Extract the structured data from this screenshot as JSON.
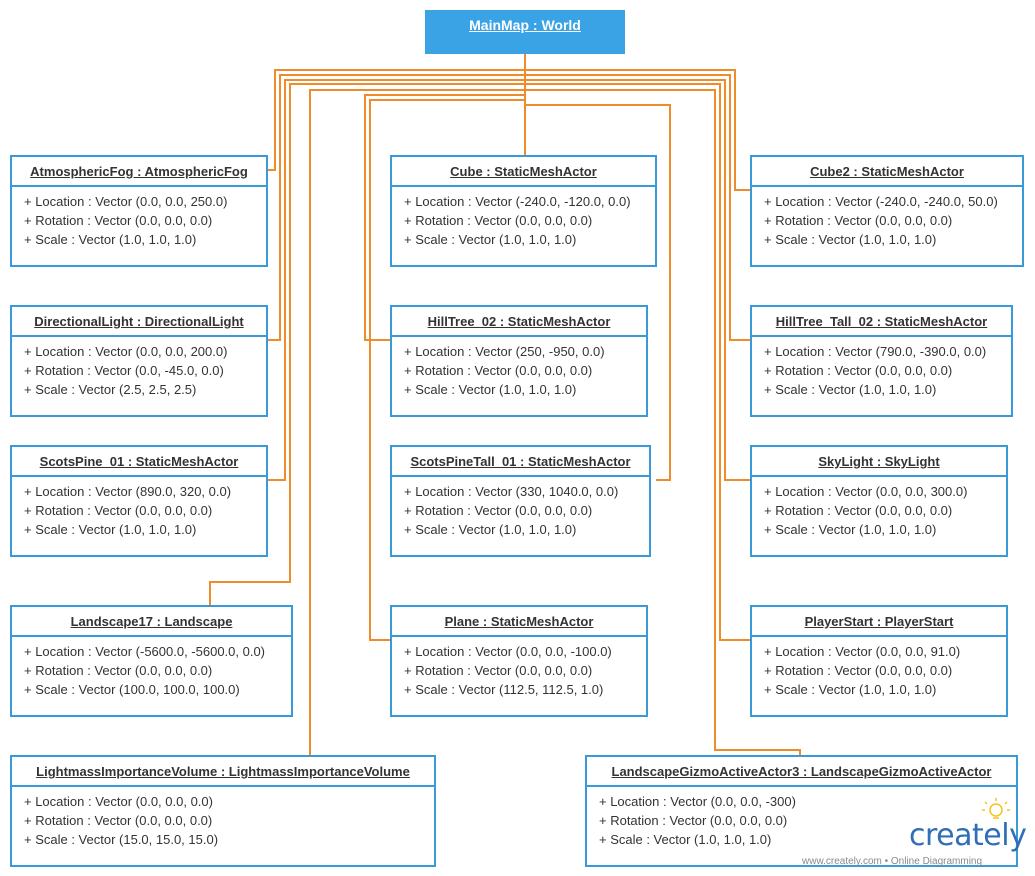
{
  "colors": {
    "root_fill": "#39a3e5",
    "box_border": "#3a9ad9",
    "connector": "#ee8b2a",
    "logo_text": "#2f6fb5",
    "bulb": "#f5c518"
  },
  "root": {
    "label": "MainMap : World"
  },
  "objects": [
    {
      "title": "AtmosphericFog : AtmosphericFog",
      "attrs": [
        "+ Location : Vector (0.0, 0.0, 250.0)",
        "+ Rotation : Vector (0.0, 0.0, 0.0)",
        "+ Scale : Vector (1.0, 1.0, 1.0)"
      ]
    },
    {
      "title": "Cube : StaticMeshActor",
      "attrs": [
        "+ Location : Vector (-240.0, -120.0, 0.0)",
        "+ Rotation : Vector (0.0, 0.0, 0.0)",
        "+ Scale : Vector (1.0, 1.0, 1.0)"
      ]
    },
    {
      "title": "Cube2 : StaticMeshActor",
      "attrs": [
        "+ Location : Vector (-240.0, -240.0, 50.0)",
        "+ Rotation : Vector (0.0, 0.0, 0.0)",
        "+ Scale : Vector (1.0, 1.0, 1.0)"
      ]
    },
    {
      "title": "DirectionalLight : DirectionalLight",
      "attrs": [
        "+ Location : Vector (0.0, 0.0, 200.0)",
        "+ Rotation : Vector (0.0, -45.0, 0.0)",
        "+ Scale : Vector (2.5, 2.5, 2.5)"
      ]
    },
    {
      "title": "HillTree_02 : StaticMeshActor",
      "attrs": [
        "+ Location : Vector (250, -950, 0.0)",
        "+ Rotation : Vector (0.0, 0.0, 0.0)",
        "+ Scale : Vector (1.0, 1.0, 1.0)"
      ]
    },
    {
      "title": "HillTree_Tall_02 : StaticMeshActor",
      "attrs": [
        "+ Location : Vector (790.0, -390.0, 0.0)",
        "+ Rotation : Vector (0.0, 0.0, 0.0)",
        "+ Scale : Vector (1.0, 1.0, 1.0)"
      ]
    },
    {
      "title": "ScotsPine_01 : StaticMeshActor",
      "attrs": [
        "+ Location : Vector (890.0, 320, 0.0)",
        "+ Rotation : Vector (0.0, 0.0, 0.0)",
        "+ Scale : Vector (1.0, 1.0, 1.0)"
      ]
    },
    {
      "title": "ScotsPineTall_01 : StaticMeshActor",
      "attrs": [
        "+ Location : Vector (330, 1040.0, 0.0)",
        "+ Rotation : Vector (0.0, 0.0, 0.0)",
        "+ Scale : Vector (1.0, 1.0, 1.0)"
      ]
    },
    {
      "title": "SkyLight : SkyLight",
      "attrs": [
        "+ Location : Vector (0.0, 0.0, 300.0)",
        "+ Rotation : Vector (0.0, 0.0, 0.0)",
        "+ Scale : Vector (1.0, 1.0, 1.0)"
      ]
    },
    {
      "title": "Landscape17 : Landscape",
      "attrs": [
        "+ Location : Vector (-5600.0, -5600.0, 0.0)",
        "+ Rotation : Vector (0.0, 0.0, 0.0)",
        "+ Scale : Vector (100.0, 100.0, 100.0)"
      ]
    },
    {
      "title": "Plane : StaticMeshActor",
      "attrs": [
        "+ Location : Vector (0.0, 0.0, -100.0)",
        "+ Rotation : Vector (0.0, 0.0, 0.0)",
        "+ Scale : Vector (112.5, 112.5, 1.0)"
      ]
    },
    {
      "title": "PlayerStart : PlayerStart",
      "attrs": [
        "+ Location : Vector (0.0, 0.0, 91.0)",
        "+ Rotation : Vector (0.0, 0.0, 0.0)",
        "+ Scale : Vector (1.0, 1.0, 1.0)"
      ]
    },
    {
      "title": "LightmassImportanceVolume : LightmassImportanceVolume",
      "attrs": [
        "+ Location : Vector (0.0, 0.0, 0.0)",
        "+ Rotation : Vector (0.0, 0.0, 0.0)",
        "+ Scale : Vector (15.0, 15.0, 15.0)"
      ]
    },
    {
      "title": "LandscapeGizmoActiveActor3 : LandscapeGizmoActiveActor",
      "attrs": [
        "+ Location : Vector (0.0, 0.0, -300)",
        "+ Rotation : Vector (0.0, 0.0, 0.0)",
        "+ Scale : Vector (1.0, 1.0, 1.0)"
      ]
    }
  ],
  "branding": {
    "logo_text": "creately",
    "tagline": "www.creately.com • Online Diagramming"
  }
}
